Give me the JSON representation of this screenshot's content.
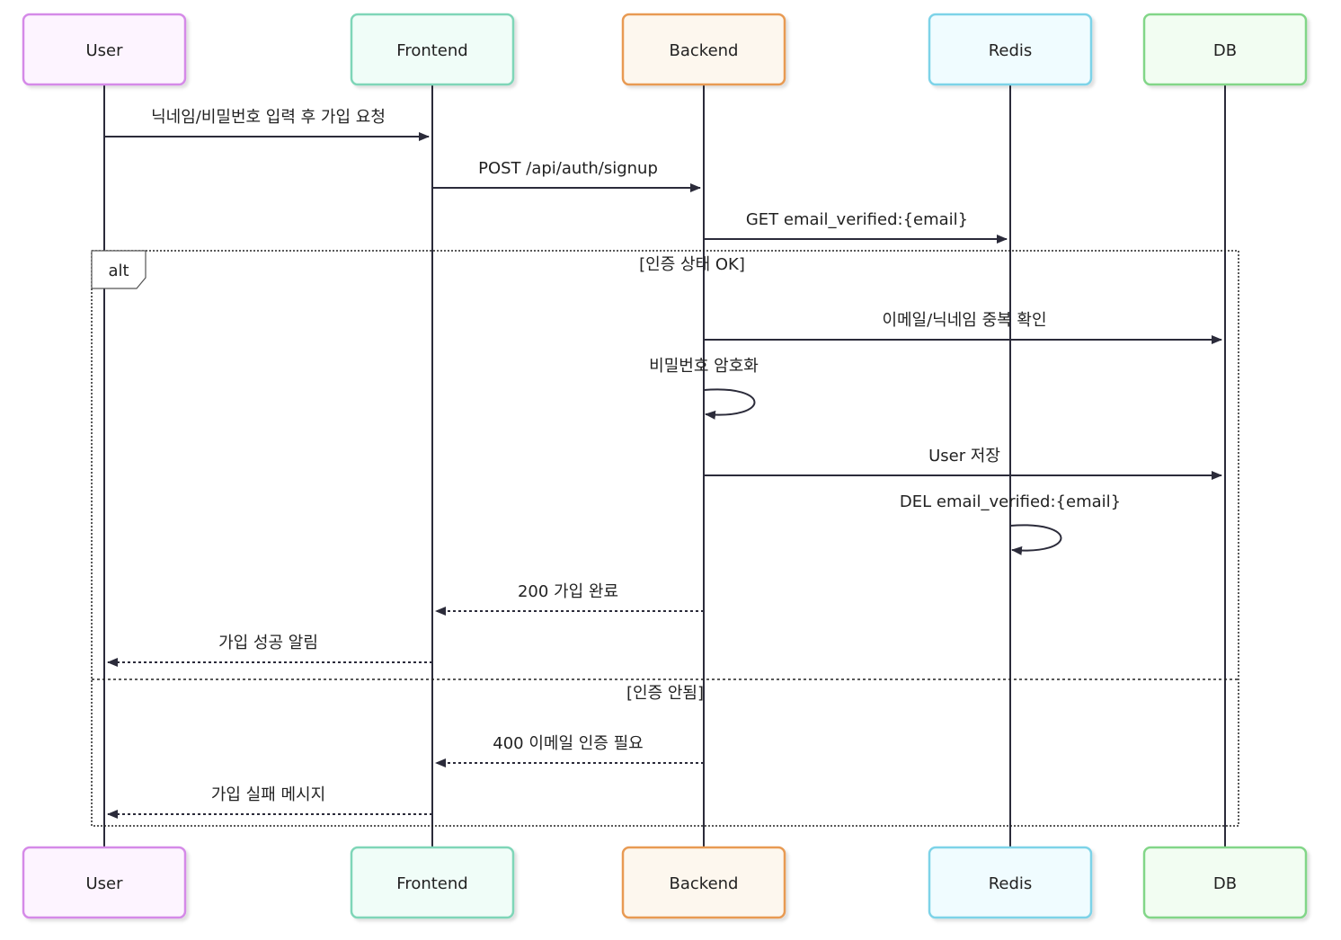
{
  "actors": [
    {
      "id": "user",
      "label": "User",
      "fill": "#fdf4ff",
      "stroke": "#d58ae8"
    },
    {
      "id": "frontend",
      "label": "Frontend",
      "fill": "#f0fdf8",
      "stroke": "#7fd6b8"
    },
    {
      "id": "backend",
      "label": "Backend",
      "fill": "#fdf7ee",
      "stroke": "#e89a52"
    },
    {
      "id": "redis",
      "label": "Redis",
      "fill": "#f0fcff",
      "stroke": "#7dd3e8"
    },
    {
      "id": "db",
      "label": "DB",
      "fill": "#f2fdf2",
      "stroke": "#82d688"
    }
  ],
  "messages": [
    {
      "from": "user",
      "to": "frontend",
      "text": "닉네임/비밀번호 입력 후 가입 요청",
      "style": "solid"
    },
    {
      "from": "frontend",
      "to": "backend",
      "text": "POST /api/auth/signup",
      "style": "solid"
    },
    {
      "from": "backend",
      "to": "redis",
      "text": "GET email_verified:{email}",
      "style": "solid"
    },
    {
      "from": "backend",
      "to": "db",
      "text": "이메일/닉네임 중복 확인",
      "style": "solid"
    },
    {
      "from": "backend",
      "to": "backend",
      "text": "비밀번호 암호화",
      "style": "self"
    },
    {
      "from": "backend",
      "to": "db",
      "text": "User 저장",
      "style": "solid"
    },
    {
      "from": "redis",
      "to": "redis",
      "text": "DEL email_verified:{email}",
      "style": "self"
    },
    {
      "from": "backend",
      "to": "frontend",
      "text": "200 가입 완료",
      "style": "dashed"
    },
    {
      "from": "frontend",
      "to": "user",
      "text": "가입 성공 알림",
      "style": "dashed"
    },
    {
      "from": "backend",
      "to": "frontend",
      "text": "400 이메일 인증 필요",
      "style": "dashed"
    },
    {
      "from": "frontend",
      "to": "user",
      "text": "가입 실패 메시지",
      "style": "dashed"
    }
  ],
  "alt_block": {
    "label": "alt",
    "condition_ok": "[인증 상태 OK]",
    "condition_fail": "[인증 안됨]"
  }
}
